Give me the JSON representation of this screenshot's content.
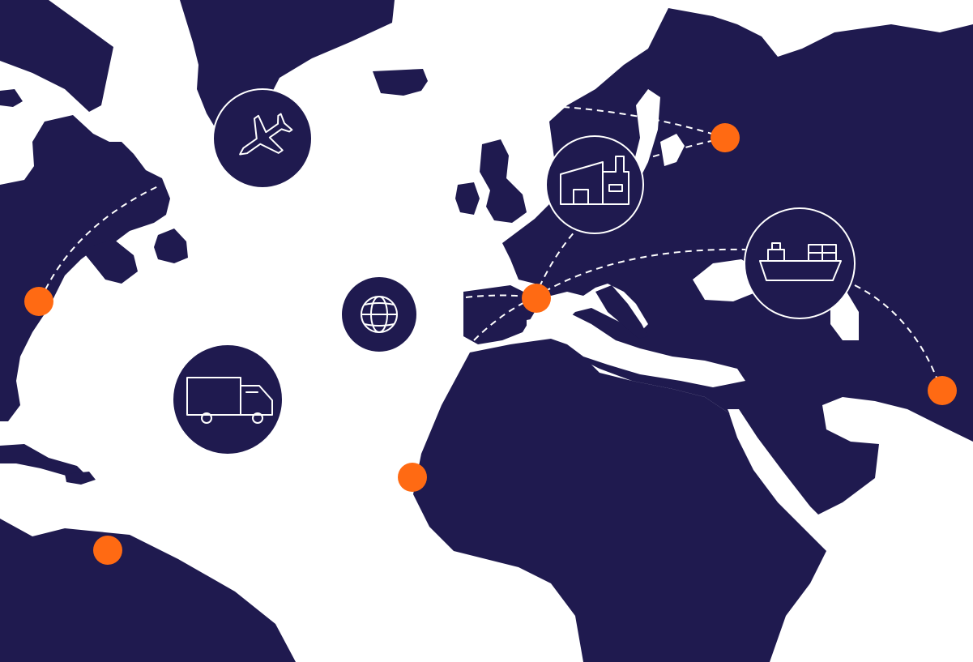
{
  "colors": {
    "land": "#1f1a4f",
    "ocean": "#ffffff",
    "hub": "#ff6a13",
    "route": "#ffffff"
  },
  "icons": [
    "airplane-icon",
    "globe-icon",
    "truck-icon",
    "factory-icon",
    "cargo-ship-icon"
  ],
  "hubs": [
    "north-america-east-coast",
    "south-america-north",
    "west-africa",
    "western-europe",
    "russia",
    "east-asia"
  ]
}
